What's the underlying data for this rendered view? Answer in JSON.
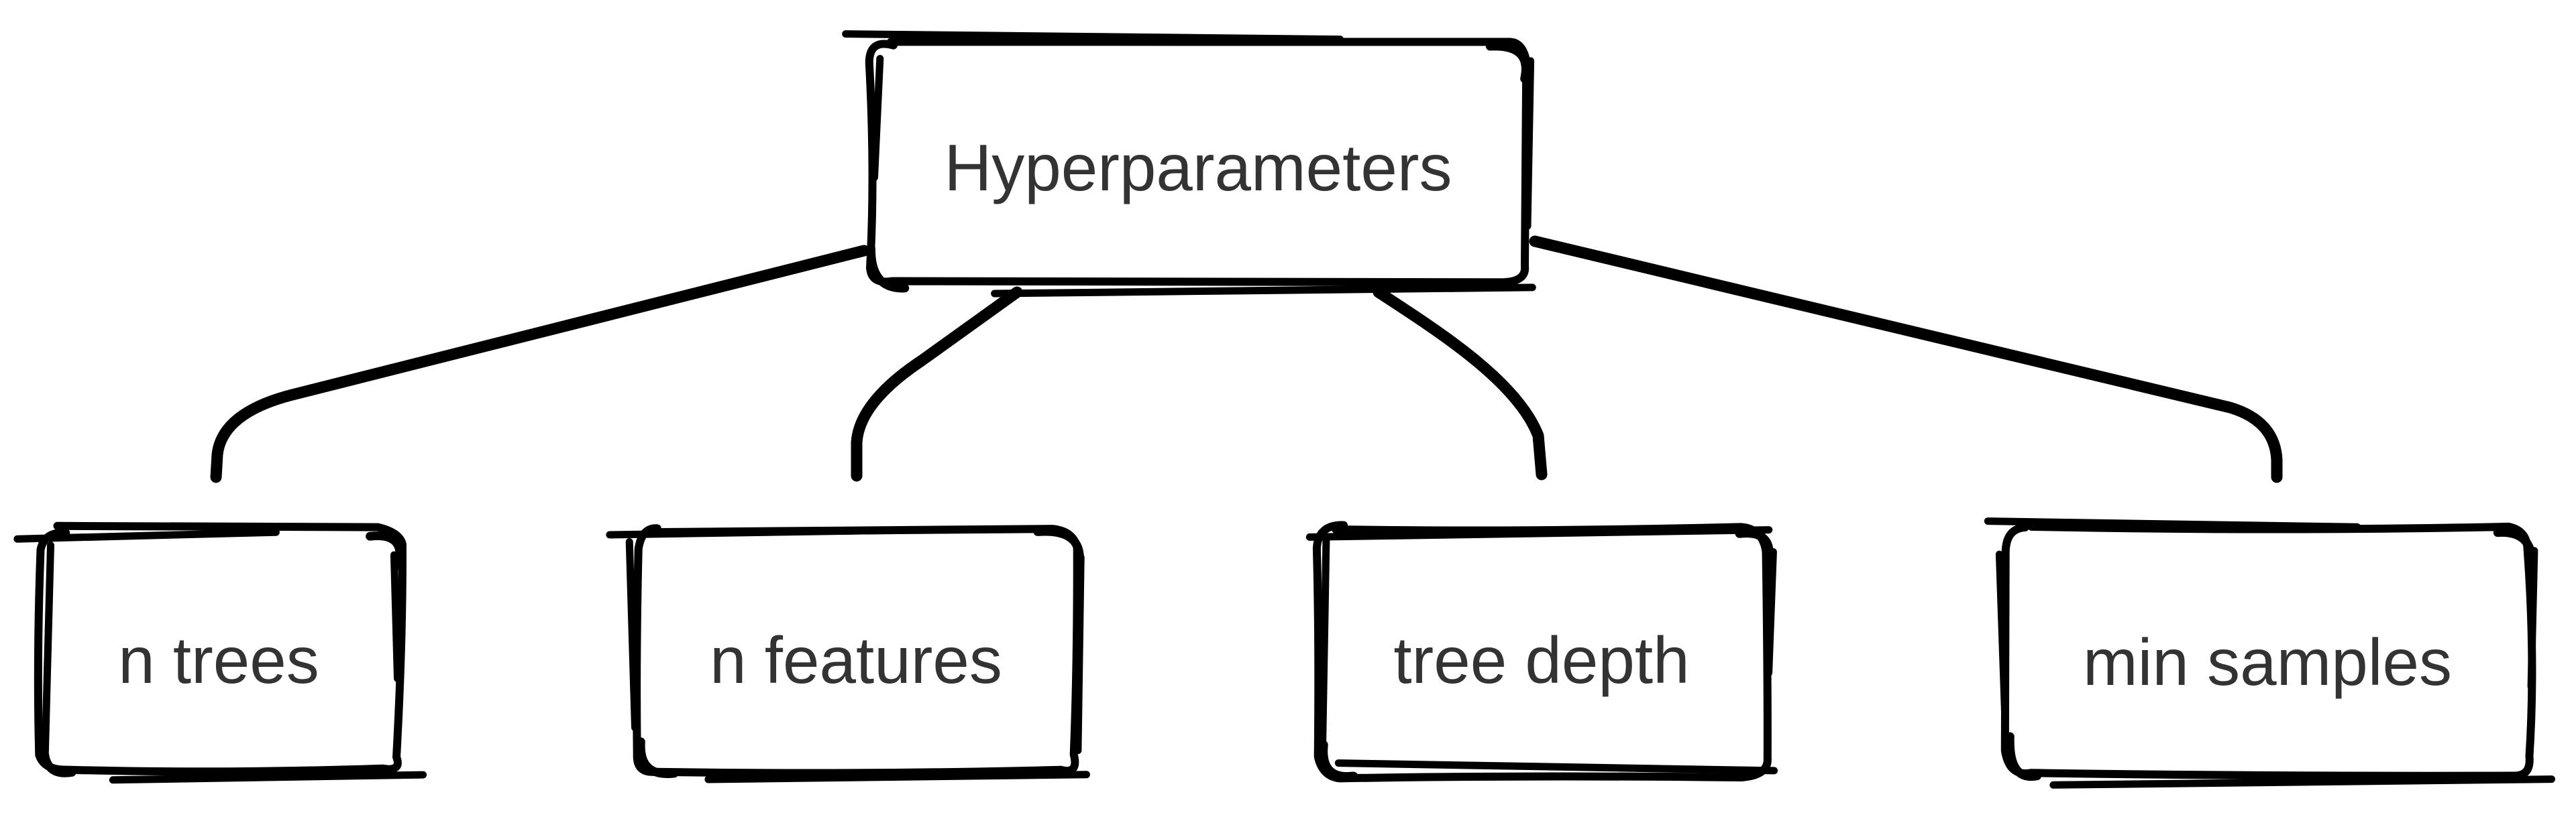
{
  "diagram": {
    "background_color": "#ffffff",
    "stroke_color": "#000000",
    "text_color": "#333333",
    "root": {
      "id": "hyperparameters",
      "label": "Hyperparameters"
    },
    "children": [
      {
        "id": "n-trees",
        "label": "n trees"
      },
      {
        "id": "n-features",
        "label": "n features"
      },
      {
        "id": "tree-depth",
        "label": "tree depth"
      },
      {
        "id": "min-samples",
        "label": "min samples"
      }
    ],
    "edges": [
      {
        "from": "hyperparameters",
        "to": "n-trees"
      },
      {
        "from": "hyperparameters",
        "to": "n-features"
      },
      {
        "from": "hyperparameters",
        "to": "tree-depth"
      },
      {
        "from": "hyperparameters",
        "to": "min-samples"
      }
    ]
  }
}
